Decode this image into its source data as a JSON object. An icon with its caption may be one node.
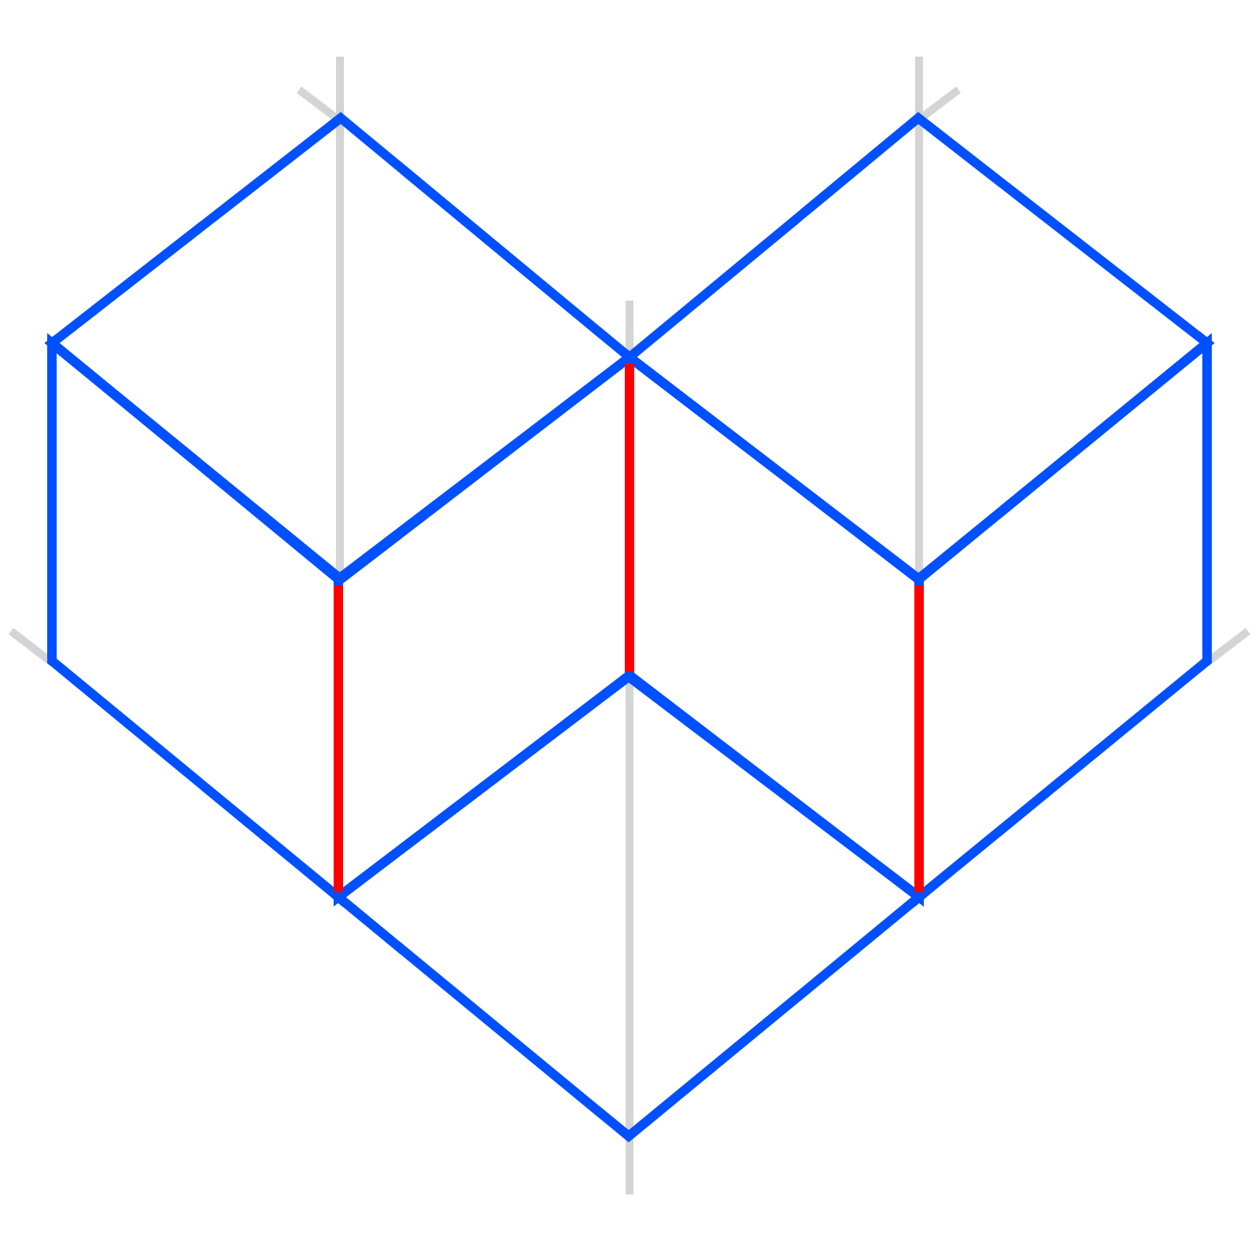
{
  "diagram": {
    "nodes": [
      {
        "text": [],
        "shape": "diamond"
      },
      {
        "text": [],
        "shape": "diamond"
      },
      {
        "text": [],
        "shape": "parallelogram"
      },
      {
        "text": [],
        "shape": "parallelogram"
      },
      {
        "text": [],
        "shape": "parallelogram"
      },
      {
        "text": [],
        "shape": "parallelogram"
      },
      {
        "text": [],
        "shape": "diamond"
      }
    ]
  }
}
